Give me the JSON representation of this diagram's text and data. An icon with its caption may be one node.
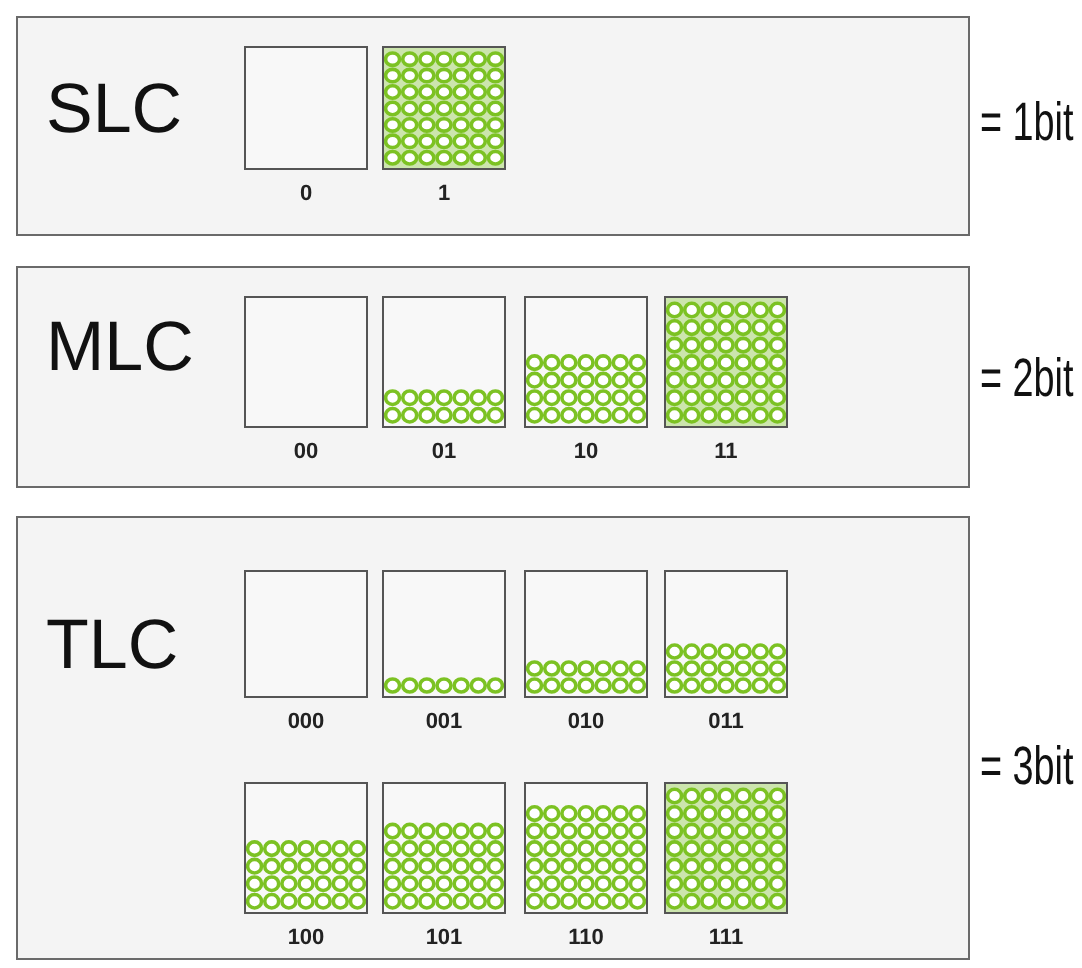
{
  "diagram": {
    "nodes": [
      {
        "text": [
          "SLC"
        ]
      },
      {
        "text": [],
        "shape": "box",
        "in": 0,
        "beside": [
          "0"
        ]
      },
      {
        "text": [],
        "shape": "box",
        "in": 0,
        "beside": [
          "1"
        ]
      },
      {
        "text": [
          "MLC"
        ]
      },
      {
        "text": [],
        "shape": "box",
        "in": 3,
        "beside": [
          "00"
        ]
      },
      {
        "text": [],
        "shape": "box",
        "in": 3,
        "beside": [
          "01"
        ]
      },
      {
        "text": [],
        "shape": "box",
        "in": 3,
        "beside": [
          "10"
        ]
      },
      {
        "text": [],
        "shape": "box",
        "in": 3,
        "beside": [
          "11"
        ]
      },
      {
        "text": [
          "TLC"
        ]
      },
      {
        "text": [],
        "shape": "box",
        "in": 8,
        "beside": [
          "000"
        ]
      },
      {
        "text": [],
        "shape": "box",
        "in": 8,
        "beside": [
          "001"
        ]
      },
      {
        "text": [],
        "shape": "box",
        "in": 8,
        "beside": [
          "010"
        ]
      },
      {
        "text": [],
        "shape": "box",
        "in": 8,
        "beside": [
          "011"
        ]
      },
      {
        "text": [],
        "shape": "box",
        "in": 8,
        "beside": [
          "100"
        ]
      },
      {
        "text": [],
        "shape": "box",
        "in": 8,
        "beside": [
          "101"
        ]
      },
      {
        "text": [],
        "shape": "box",
        "in": 8,
        "beside": [
          "110"
        ]
      },
      {
        "text": [],
        "shape": "box",
        "in": 8,
        "beside": [
          "111"
        ]
      }
    ],
    "edges": [],
    "labels": [
      "= 1bit",
      "= 2bit",
      "= 3bit"
    ]
  }
}
